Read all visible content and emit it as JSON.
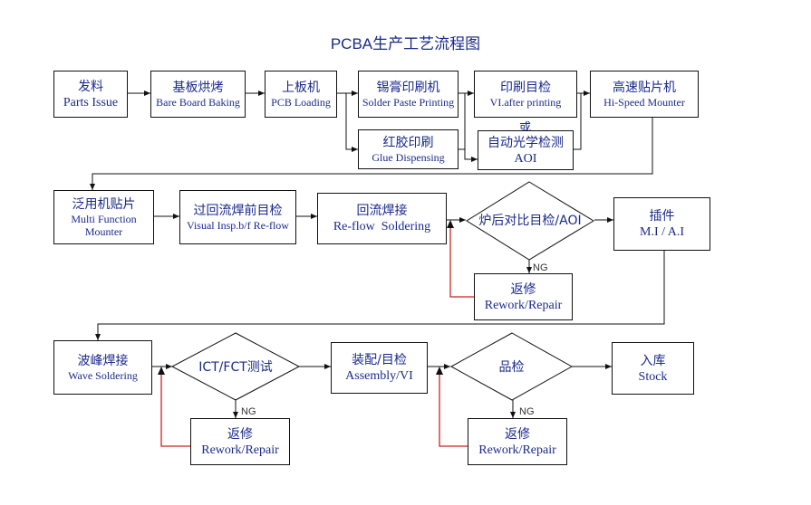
{
  "title": "PCBA生产工艺流程图",
  "steps": {
    "parts_issue": {
      "zh": "发料",
      "en": "Parts Issue"
    },
    "bare_board_baking": {
      "zh": "基板烘烤",
      "en": "Bare Board Baking"
    },
    "pcb_loading": {
      "zh": "上板机",
      "en": "PCB Loading"
    },
    "solder_paste_printing": {
      "zh": "锡膏印刷机",
      "en": "Solder Paste Printing"
    },
    "glue_dispensing": {
      "zh": "红胶印刷",
      "en": "Glue Dispensing"
    },
    "printing_vi": {
      "zh": "印刷目检",
      "en": "VI.after printing"
    },
    "or": "或",
    "aoi": {
      "zh": "自动光学检测",
      "en": "AOI"
    },
    "hi_speed_mounter": {
      "zh": "高速贴片机",
      "en": "Hi-Speed Mounter"
    },
    "multi_function_mounter": {
      "zh": "泛用机贴片",
      "en": "Multi Function Mounter"
    },
    "visual_insp_before_reflow": {
      "zh": "过回流焊前目检",
      "en": "Visual Insp.b/f Re-flow"
    },
    "reflow_soldering": {
      "zh": "回流焊接",
      "en": "Re-flow  Soldering"
    },
    "post_reflow_inspection": {
      "zh": "炉后对比目检/AOI"
    },
    "insertion": {
      "zh": "插件",
      "en": "M.I / A.I"
    },
    "wave_soldering": {
      "zh": "波峰焊接",
      "en": "Wave Soldering"
    },
    "ict_fct_test": {
      "zh": "ICT/FCT测试"
    },
    "assembly_vi": {
      "zh": "装配/目检",
      "en": "Assembly/VI"
    },
    "quality_inspection": {
      "zh": "品检"
    },
    "stock": {
      "zh": "入库",
      "en": "Stock"
    }
  },
  "rework": {
    "zh": "返修",
    "en": "Rework/Repair"
  },
  "ng_label": "NG",
  "colors": {
    "text": "#1a2a8a",
    "line": "#111111",
    "rework_line": "#cc2222"
  }
}
